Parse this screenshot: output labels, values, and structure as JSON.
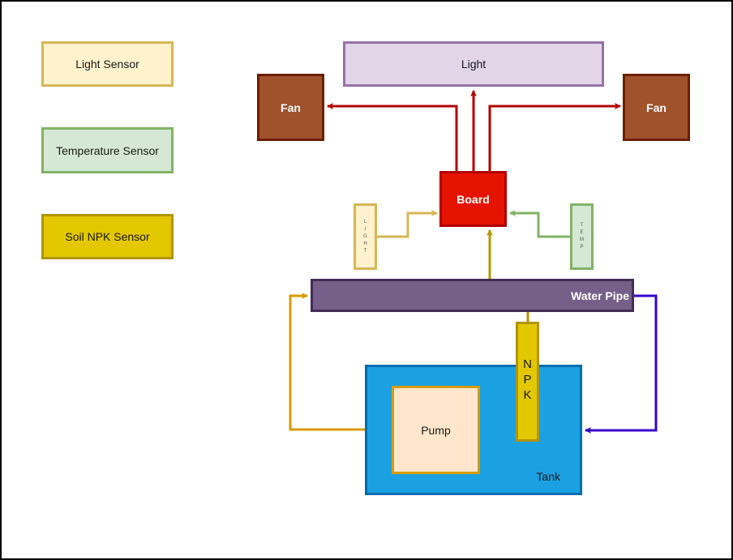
{
  "legend": {
    "light_sensor": "Light Sensor",
    "temperature_sensor": "Temperature Sensor",
    "soil_npk_sensor": "Soil NPK Sensor"
  },
  "nodes": {
    "light": "Light",
    "fan_left": "Fan",
    "fan_right": "Fan",
    "board": "Board",
    "light_sensor_letters": [
      "L",
      "I",
      "G",
      "H",
      "T"
    ],
    "temp_sensor_letters": [
      "T",
      "E",
      "M",
      "P"
    ],
    "water_pipe": "Water Pipe",
    "npk_letters": [
      "N",
      "P",
      "K"
    ],
    "pump": "Pump",
    "tank": "Tank"
  },
  "colors": {
    "board_output": "#b20000",
    "light_sensor_wire": "#d6b656",
    "temp_sensor_wire": "#82b366",
    "npk_wire": "#b09500",
    "pump_wire": "#d79b00",
    "return_wire": "#3700cc"
  }
}
